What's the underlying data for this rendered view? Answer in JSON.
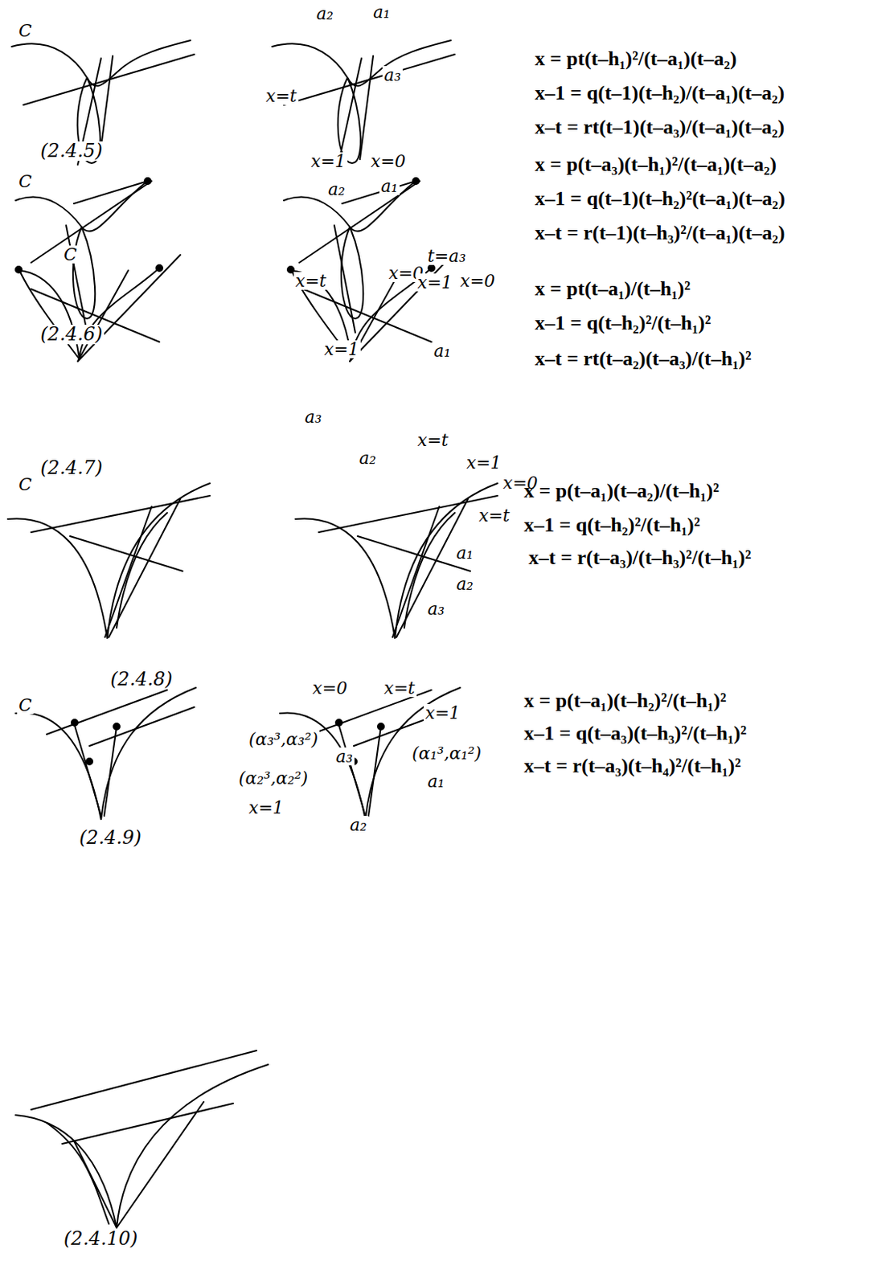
{
  "diagram": {
    "labels": [
      "C",
      "(2.4.5)",
      "a₂",
      "a₁",
      "a₃",
      "x=t",
      "x=1",
      "x=0",
      "x = pt(t–h₁)²/(t–a₁)(t–a₂)",
      "x–1 = q(t–1)(t–h₂)/(t–a₁)(t–a₂)",
      "x–t = rt(t–1)(t–a₃)/(t–a₁)(t–a₂)",
      "C",
      "(2.4.6)",
      "a₂",
      "a₁",
      "t=a₃",
      "x=t",
      "x=0",
      "x=1",
      "x = p(t–a₃)(t–h₁)²/(t–a₁)(t–a₂)",
      "x–1 = q(t–1)(t–h₂)²(t–a₁)(t–a₂)",
      "x–t = r(t–1)(t–h₃)²/(t–a₁)(t–a₂)",
      "C",
      "(2.4.7)",
      "x=1",
      "x=0",
      "a₁",
      "a₃",
      "x=t",
      "a₂",
      "x = pt(t–a₁)/(t–h₁)²",
      "x–1 = q(t–h₂)²/(t–h₁)²",
      "x–t = rt(t–a₂)(t–a₃)/(t–h₁)²",
      "C",
      "(2.4.8)",
      "x=1",
      "x=0",
      "x=t",
      "a₁",
      "a₂",
      "a₃",
      "x = p(t–a₁)(t–a₂)/(t–h₁)²",
      "x–1 = q(t–h₂)²/(t–h₁)²",
      "x–t = r(t–a₃)/(t–h₃)²/(t–h₁)²",
      "C",
      "(2.4.9)",
      "x=0",
      "x=t",
      "x=1",
      "(α₃³,α₃²)",
      "a₃",
      "(α₂³,α₂²)",
      "x=1",
      "a₂",
      "(α₁³,α₁²)",
      "a₁",
      "x = p(t–a₁)(t–h₂)²/(t–h₁)²",
      "x–1 = q(t–a₃)(t–h₃)²/(t–h₁)²",
      "x–t = r(t–a₃)(t–h₄)²/(t–h₁)²",
      "(2.4.10)"
    ]
  }
}
